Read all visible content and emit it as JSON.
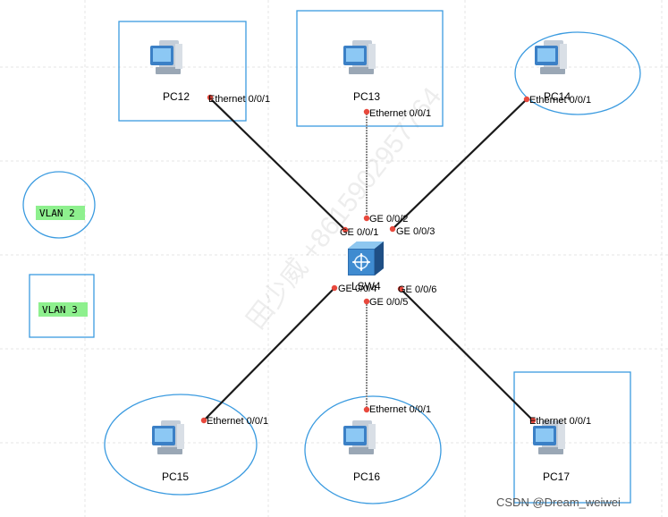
{
  "devices": {
    "switch": "LSW4",
    "pcs": [
      "PC12",
      "PC13",
      "PC14",
      "PC15",
      "PC16",
      "PC17"
    ]
  },
  "ports": {
    "pc_eth": "Ethernet 0/0/1",
    "sw_ge1": "GE 0/0/1",
    "sw_ge2": "GE 0/0/2",
    "sw_ge3": "GE 0/0/3",
    "sw_ge4": "GE 0/0/4",
    "sw_ge5": "GE 0/0/5",
    "sw_ge6": "GE 0/0/6"
  },
  "legend": {
    "vlan2": "VLAN 2",
    "vlan3": "VLAN 3",
    "vlan_tag_color": "#8ef08e"
  },
  "watermark": "CSDN @Dream_weiwei",
  "background_watermark": "田少威 +8615902957764"
}
